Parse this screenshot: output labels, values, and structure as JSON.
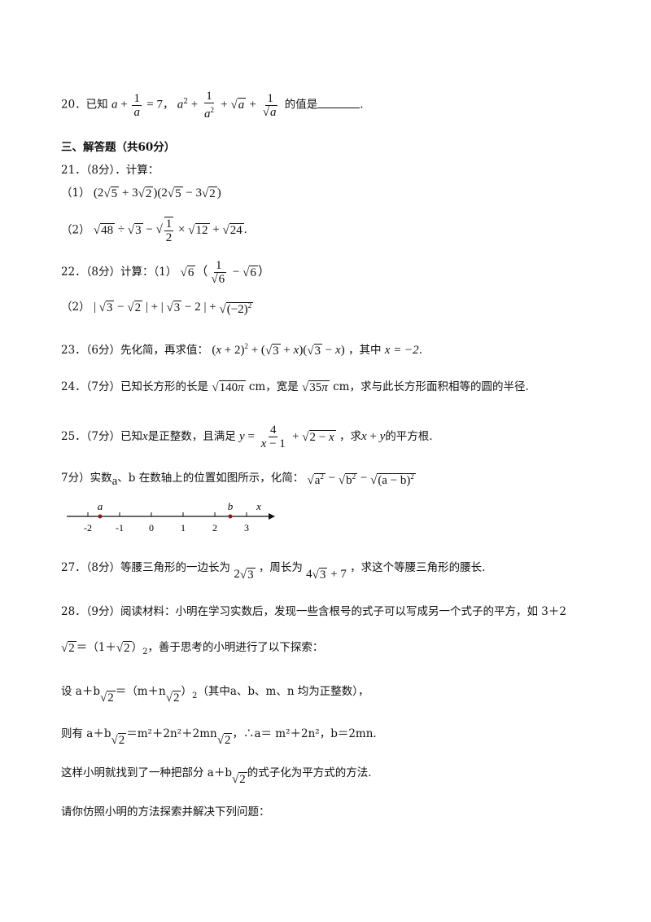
{
  "q20": {
    "num": "20．已知",
    "eq": "= 7",
    "sep": "，",
    "tail": "的值是",
    "end": "."
  },
  "section3": {
    "title": "三、解答题（共60分）"
  },
  "q21": {
    "head": "21．（8分）．计算：",
    "p1": "（1）",
    "p2": "（2）"
  },
  "q22": {
    "head": "22．（8分）计算：（1）",
    "p2": "（2）"
  },
  "q23": {
    "head": "23．（6分）先化简，再求值：",
    "mid": "，其中",
    "val": "x = −2",
    "end": "."
  },
  "q24": {
    "head": "24．（7分）已知长方形的长是",
    "unit1": "cm，宽是",
    "unit2": "cm，求与此长方形面积相等的圆的半径."
  },
  "q25": {
    "head": "25．（7分）已知",
    "x": "x",
    "mid": "是正整数，且满足",
    "tail": "，求",
    "tail2": "的平方根."
  },
  "q26": {
    "head": "7分）实数",
    "a": "a",
    "mid": "、b 在数轴上的位置如图所示，化简："
  },
  "numberline": {
    "ticks": [
      "-2",
      "-1",
      "0",
      "1",
      "2",
      "3"
    ],
    "label_a": "a",
    "label_b": "b",
    "axis": "x"
  },
  "q27": {
    "head": "27．（8分）等腰三角形的一边长为",
    "mid": "，周长为",
    "tail": "，求这个等腰三角形的腰长."
  },
  "q28": {
    "line1": "28．（9分）阅读材料：小明在学习实数后，发现一些含根号的式子可以写成另一个式子的平方，如 3＋2",
    "line2a": "＝（1＋",
    "line2b": "）",
    "line2c": "2",
    "line2d": "，善于思考的小明进行了以下探索：",
    "line3a": "设 a＋b",
    "line3b": "＝（m＋n",
    "line3c": "）",
    "line3d": "2",
    "line3e": "（其中a、b、m、n 均为正整数），",
    "line4a": "则有 a＋b",
    "line4b": "＝m²＋2n²＋2mn",
    "line4c": "，∴a＝ m²＋2n²，b＝2mn.",
    "line5a": "这样小明就找到了一种把部分 a＋b",
    "line5b": "的式子化为平方式的方法.",
    "line6": "请你仿照小明的方法探索并解决下列问题："
  }
}
